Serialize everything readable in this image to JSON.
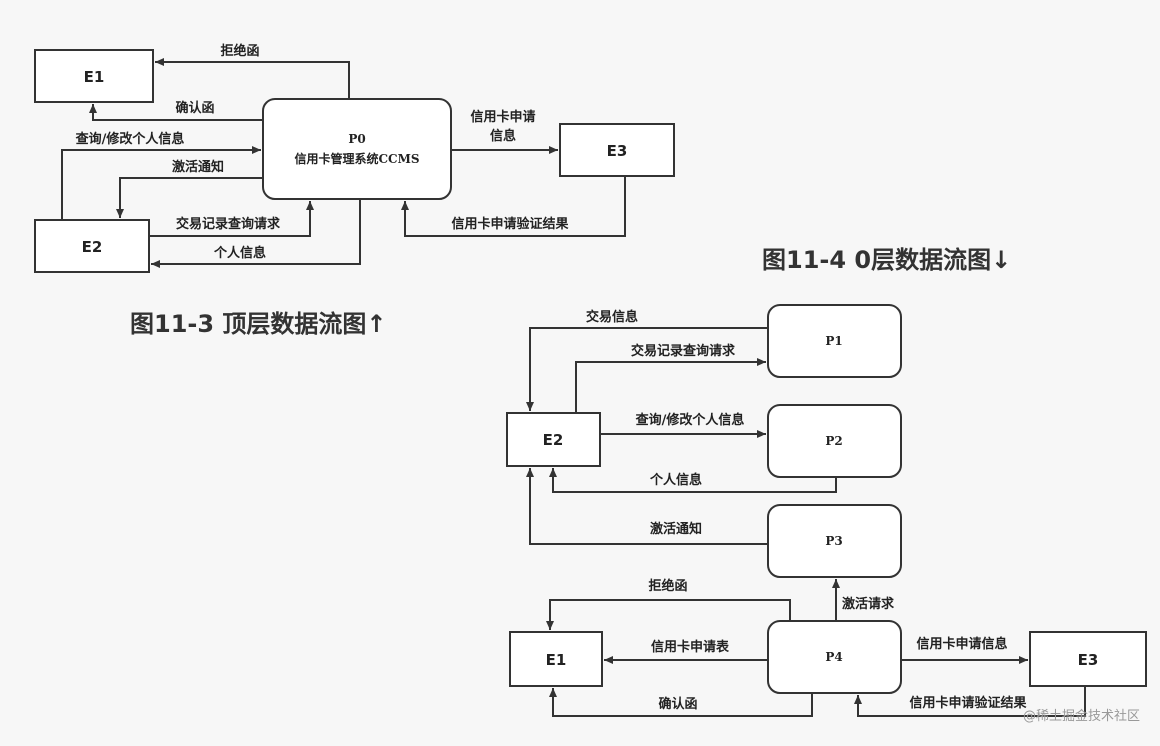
{
  "top_diagram": {
    "caption": "图11-3 顶层数据流图↑",
    "nodes": {
      "e1": "E1",
      "e2": "E2",
      "e3": "E3",
      "p0_id": "P0",
      "p0_name": "信用卡管理系统CCMS"
    },
    "flows": {
      "reject_letter": "拒绝函",
      "confirm_letter": "确认函",
      "query_modify_info": "查询/修改个人信息",
      "activation_notice": "激活通知",
      "transaction_query_request": "交易记录查询请求",
      "personal_info": "个人信息",
      "application_info_line1": "信用卡申请",
      "application_info_line2": "信息",
      "application_verify_result": "信用卡申请验证结果"
    }
  },
  "level0_diagram": {
    "caption": "图11-4 0层数据流图↓",
    "nodes": {
      "p1": "P1",
      "p2": "P2",
      "p3": "P3",
      "p4": "P4",
      "e1": "E1",
      "e2": "E2",
      "e3": "E3"
    },
    "flows": {
      "transaction_info": "交易信息",
      "transaction_query_request": "交易记录查询请求",
      "query_modify_info": "查询/修改个人信息",
      "personal_info": "个人信息",
      "activation_notice": "激活通知",
      "reject_letter": "拒绝函",
      "activation_request": "激活请求",
      "application_form": "信用卡申请表",
      "application_info": "信用卡申请信息",
      "confirm_letter": "确认函",
      "application_verify_result": "信用卡申请验证结果"
    }
  },
  "watermark": "@稀土掘金技术社区"
}
